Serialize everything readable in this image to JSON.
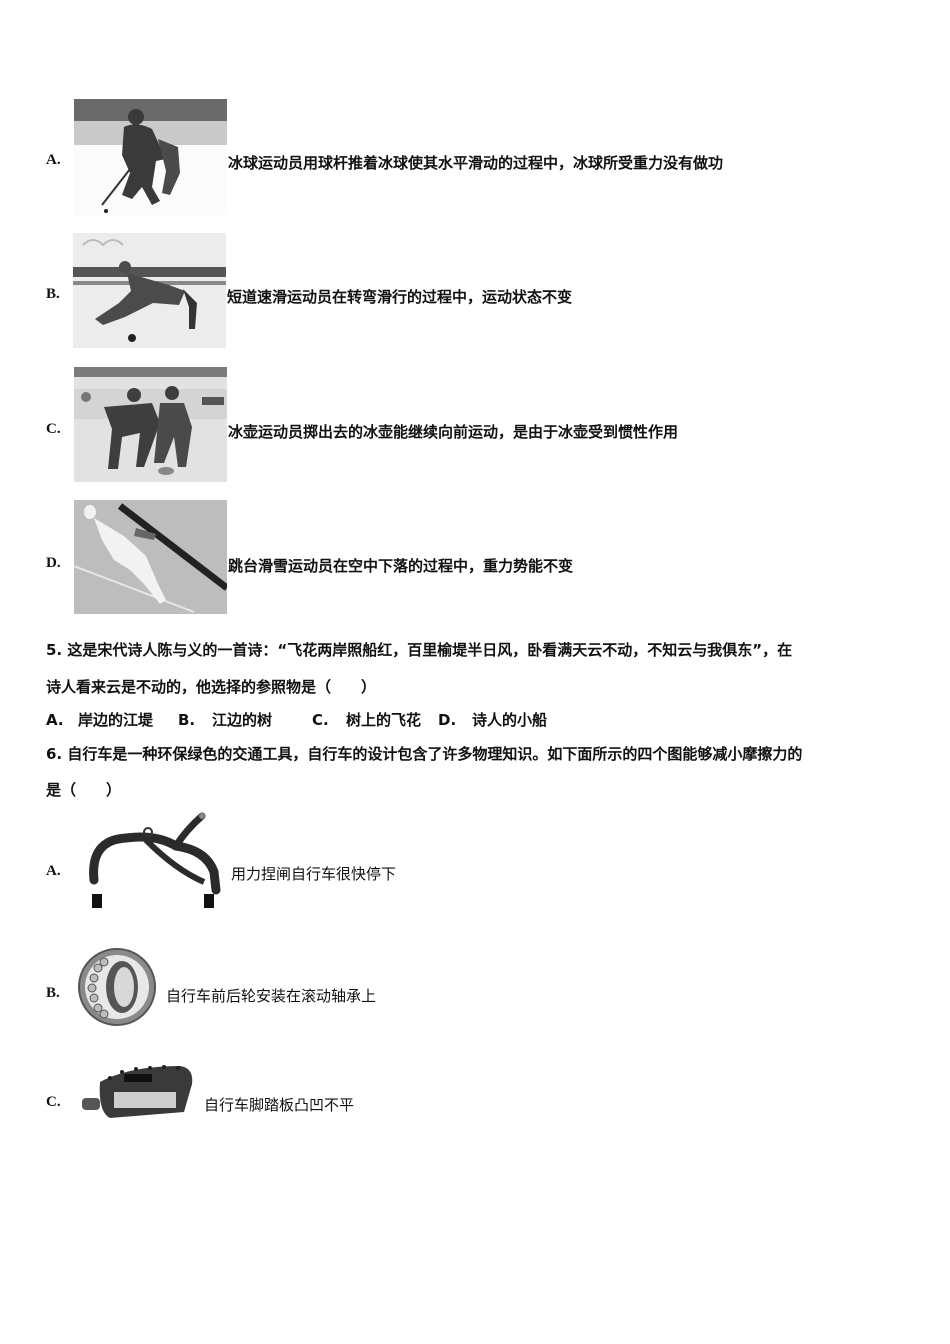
{
  "q4_options": [
    {
      "label": "A.",
      "text": "冰球运动员用球杆推着冰球使其水平滑动的过程中，冰球所受重力没有做功",
      "image": "ice-hockey-photo"
    },
    {
      "label": "B.",
      "text": "短道速滑运动员在转弯滑行的过程中，运动状态不变",
      "image": "speed-skating-photo"
    },
    {
      "label": "C.",
      "text": "冰壶运动员掷出去的冰壶能继续向前运动，是由于冰壶受到惯性作用",
      "image": "curling-photo"
    },
    {
      "label": "D.",
      "text": "跳台滑雪运动员在空中下落的过程中，重力势能不变",
      "image": "ski-jumping-photo"
    }
  ],
  "q5": {
    "line1": "5. 这是宋代诗人陈与义的一首诗：“飞花两岸照船红，百里榆堤半日风，卧看满天云不动，不知云与我俱东”，在",
    "line2": "诗人看来云是不动的，他选择的参照物是（　　）",
    "choices": [
      {
        "label": "A.",
        "text": "岸边的江堤"
      },
      {
        "label": "B.",
        "text": "江边的树"
      },
      {
        "label": "C.",
        "text": "树上的飞花"
      },
      {
        "label": "D.",
        "text": "诗人的小船"
      }
    ]
  },
  "q6": {
    "line1": "6. 自行车是一种环保绿色的交通工具，自行车的设计包含了许多物理知识。如下面所示的四个图能够减小摩擦力的",
    "line2": "是（　　）",
    "options": [
      {
        "label": "A.",
        "text": "用力捏闸自行车很快停下",
        "image": "bicycle-brake-photo"
      },
      {
        "label": "B.",
        "text": "自行车前后轮安装在滚动轴承上",
        "image": "ball-bearing-photo"
      },
      {
        "label": "C.",
        "text": "自行车脚踏板凸凹不平",
        "image": "bicycle-pedal-photo"
      }
    ]
  }
}
